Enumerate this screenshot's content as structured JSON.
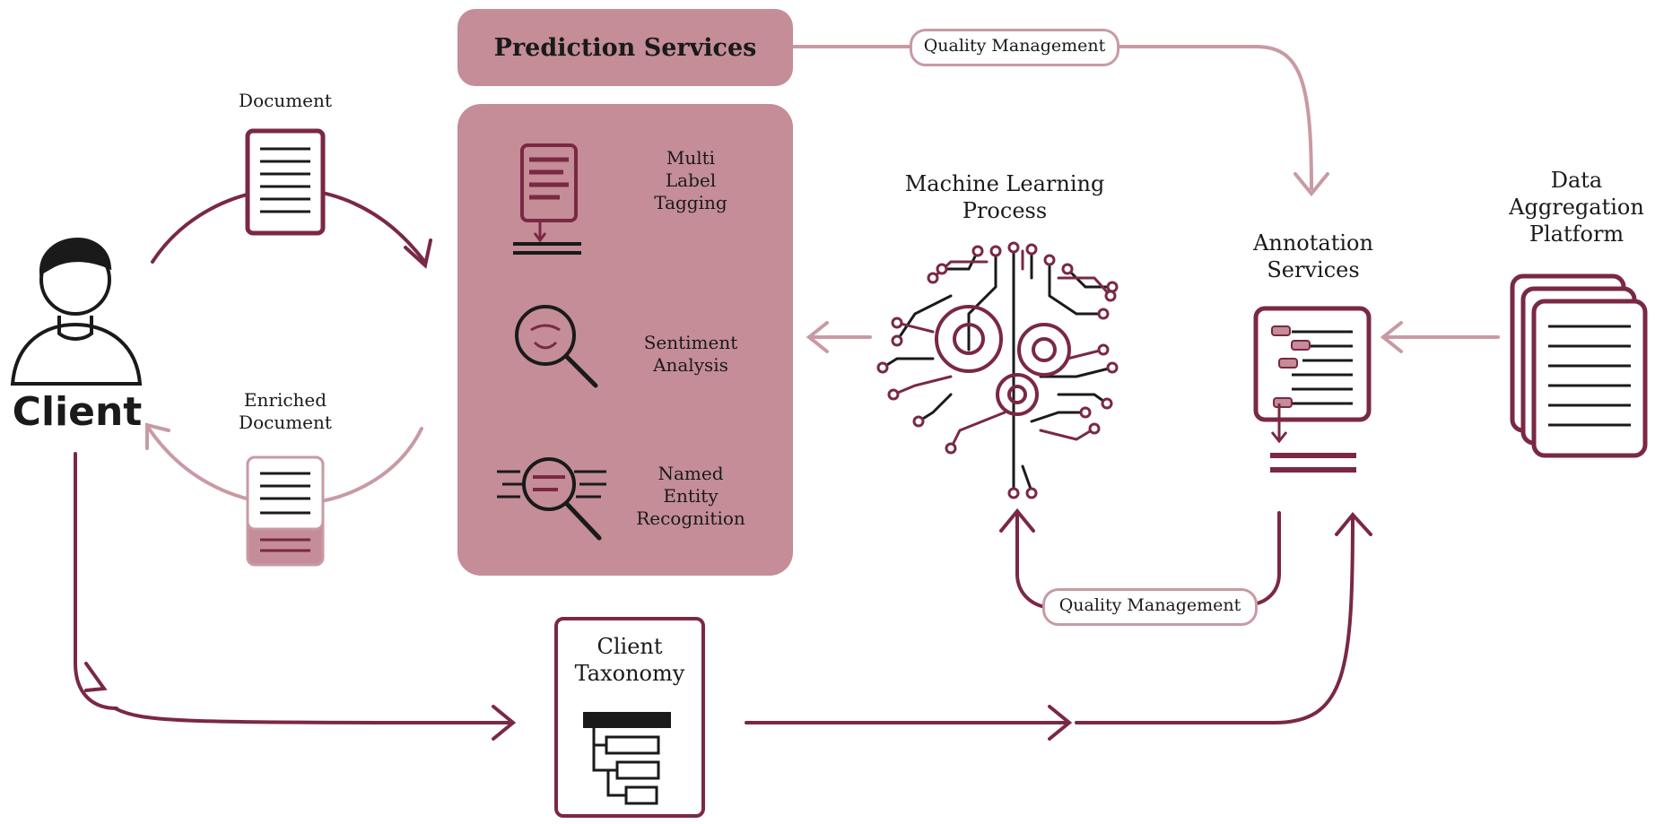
{
  "colors": {
    "maroon": "#7a2843",
    "rose": "#c48d97",
    "light_rose": "#c89aa4",
    "ink": "#1a1a1a"
  },
  "client": {
    "label": "Client",
    "icon": "person-icon"
  },
  "document": {
    "label": "Document",
    "icon": "document-icon"
  },
  "enriched_document": {
    "label": "Enriched\nDocument",
    "icon": "enriched-document-icon"
  },
  "prediction_services": {
    "title": "Prediction Services",
    "items": [
      {
        "label": "Multi\nLabel\nTagging",
        "icon": "tagging-icon"
      },
      {
        "label": "Sentiment\nAnalysis",
        "icon": "sentiment-icon"
      },
      {
        "label": "Named\nEntity\nRecognition",
        "icon": "entity-recognition-icon"
      }
    ]
  },
  "quality_top": {
    "label": "Quality Management"
  },
  "quality_bottom": {
    "label": "Quality Management"
  },
  "ml_process": {
    "label": "Machine Learning\nProcess",
    "icon": "brain-circuit-icon"
  },
  "annotation_services": {
    "label": "Annotation\nServices",
    "icon": "annotation-icon"
  },
  "data_aggregation": {
    "label": "Data\nAggregation\nPlatform",
    "icon": "stacked-documents-icon"
  },
  "client_taxonomy": {
    "label": "Client\nTaxonomy",
    "icon": "taxonomy-tree-icon"
  }
}
